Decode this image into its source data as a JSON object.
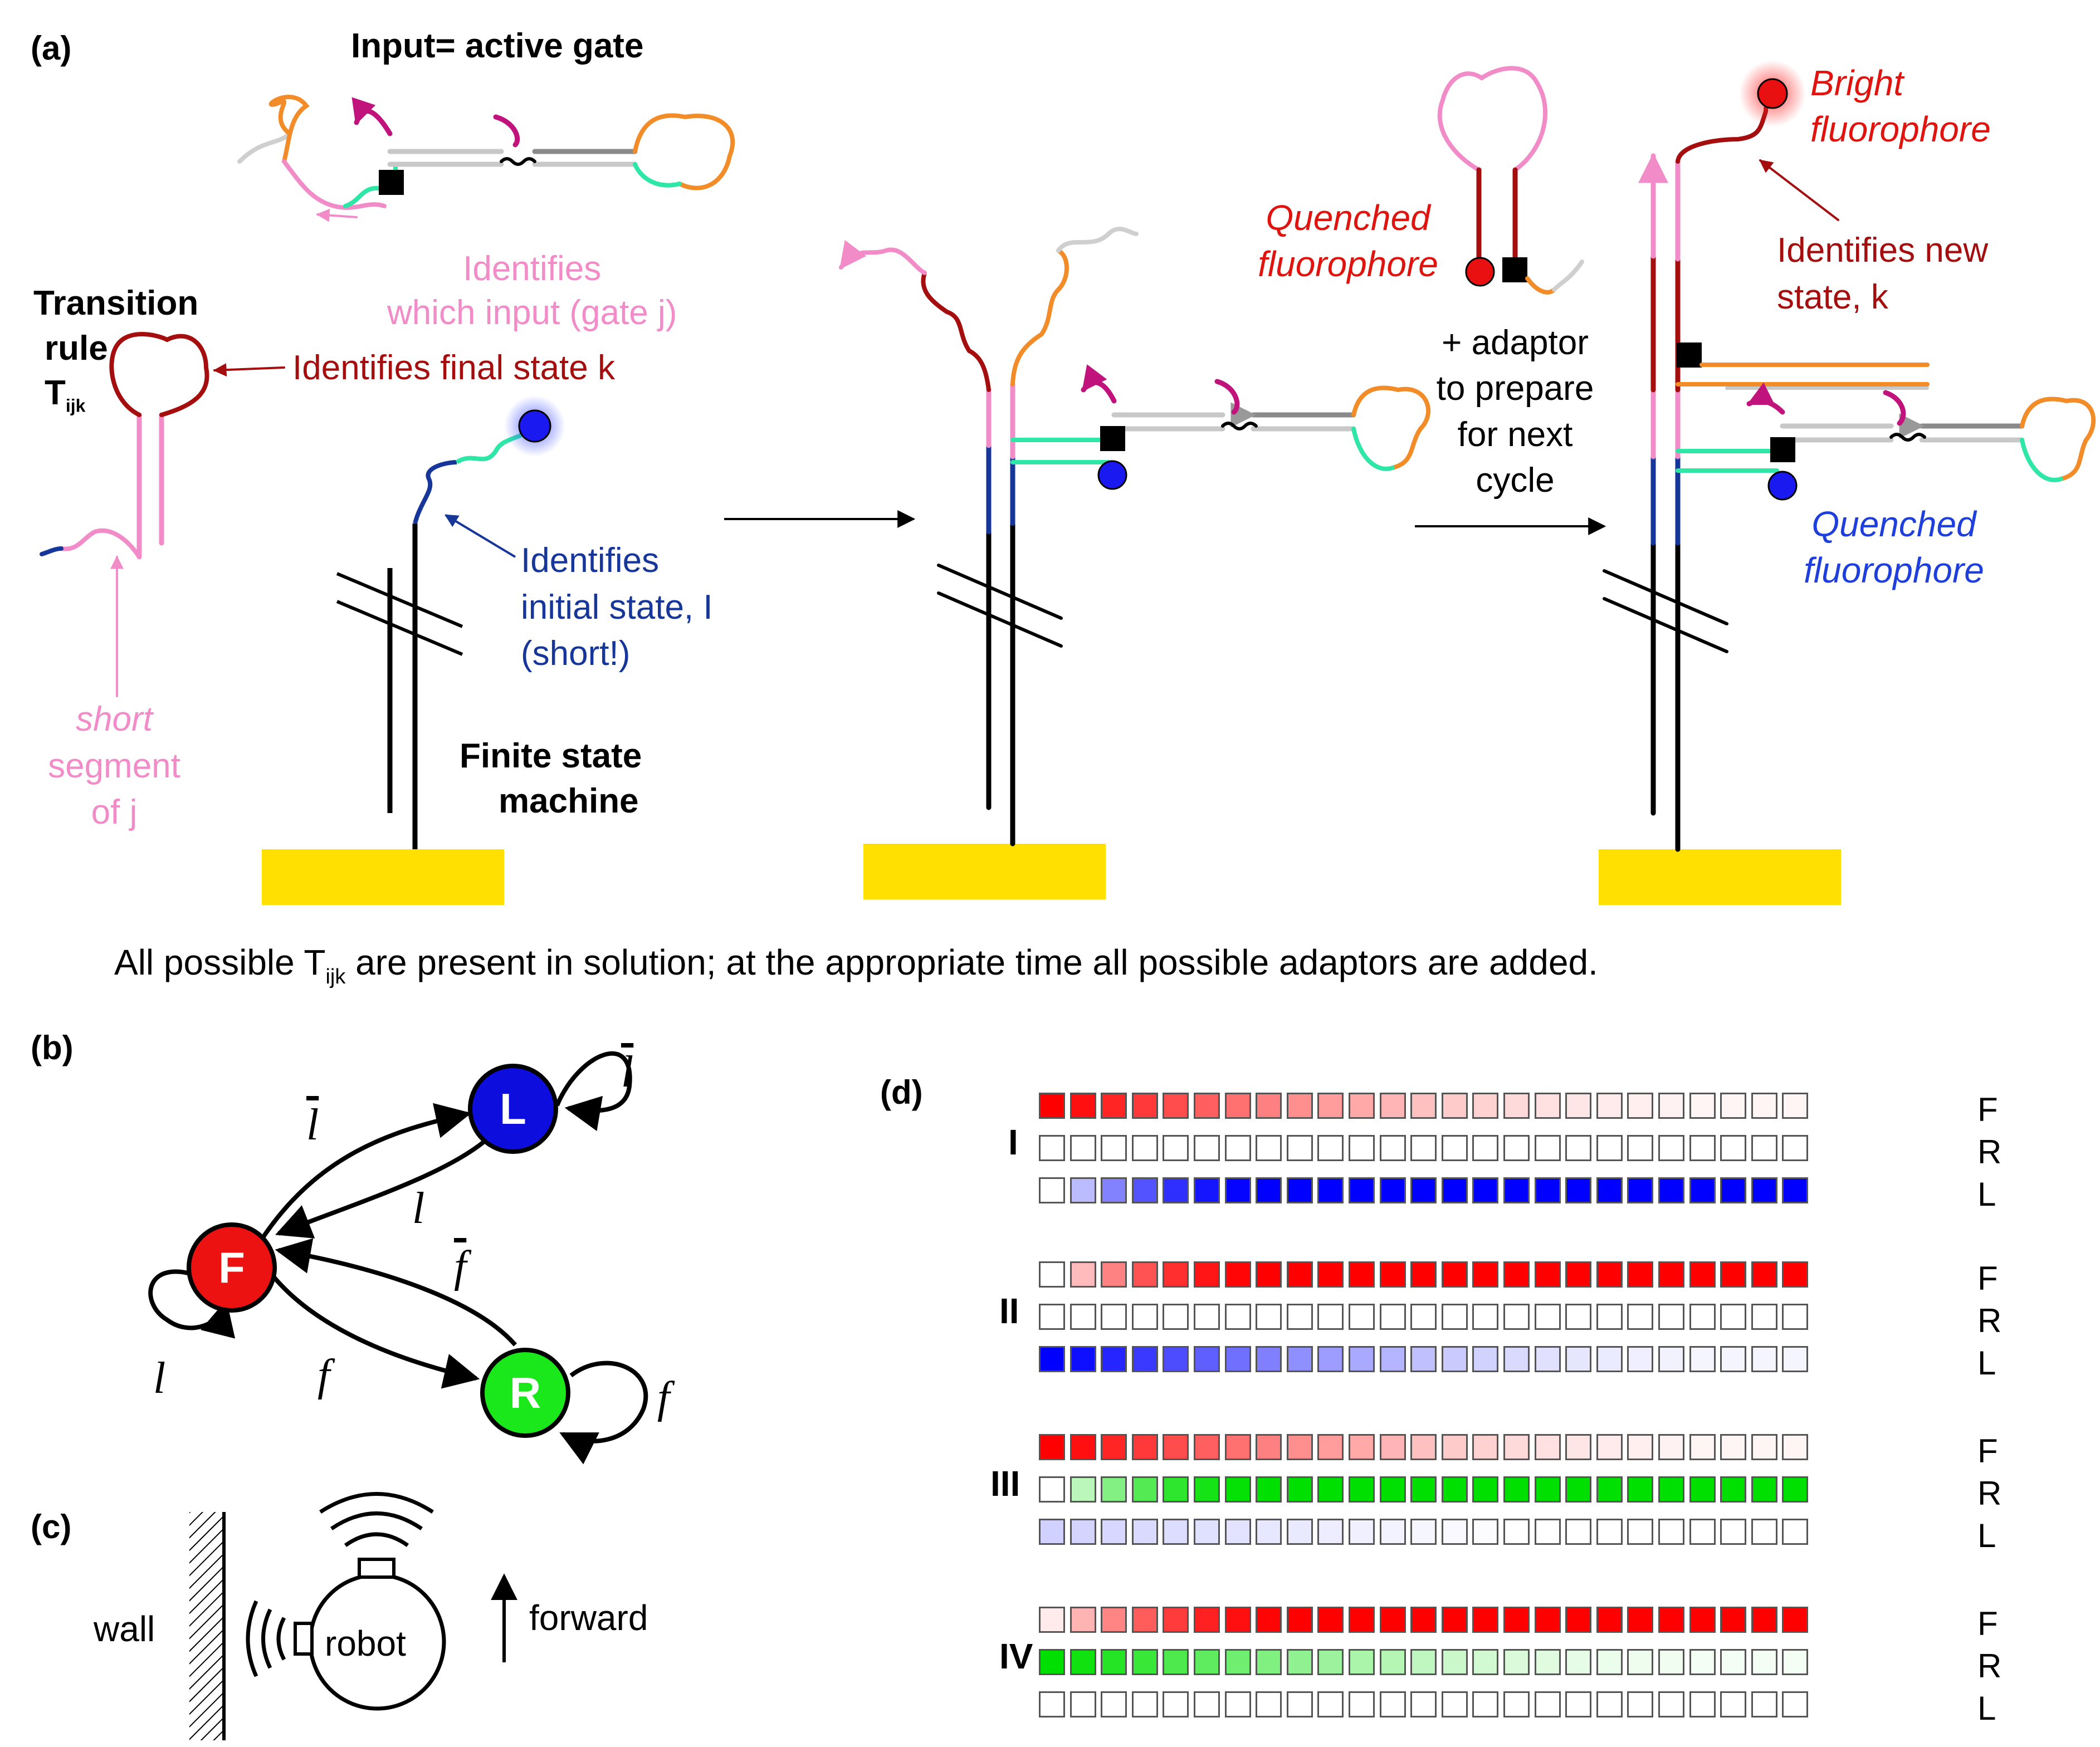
{
  "panel_a": {
    "label": "(a)",
    "input_title": "Input= active gate",
    "which_input_1": "Identifies",
    "which_input_2": "which input (gate j)",
    "transition_rule_1": "Transition",
    "transition_rule_2": "rule",
    "tijk_T": "T",
    "tijk_sub": "ijk",
    "final_state": "Identifies final state k",
    "initial_state_1": "Identifies",
    "initial_state_2": "initial state, I",
    "initial_state_3": "(short!)",
    "short_segment_1": "short",
    "short_segment_2": "segment",
    "short_segment_3": "of j",
    "fsm_1": "Finite state",
    "fsm_2": "machine",
    "quenched_red_1": "Quenched",
    "quenched_red_2": "fluorophore",
    "adaptor_1": "+ adaptor",
    "adaptor_2": "to prepare",
    "adaptor_3": "for next",
    "adaptor_4": "cycle",
    "bright_1": "Bright",
    "bright_2": "fluorophore",
    "new_state_1": "Identifies new",
    "new_state_2": "state, k",
    "quenched_blue_1": "Quenched",
    "quenched_blue_2": "fluorophore"
  },
  "caption": {
    "part1": "All possible T",
    "sub": "ijk",
    "part2": "  are present in solution; at the appropriate time all possible adaptors are added."
  },
  "panel_b": {
    "label": "(b)",
    "nodes": {
      "L": "L",
      "F": "F",
      "R": "R"
    },
    "node_colors": {
      "L": "#0d0dde",
      "F": "#ec1212",
      "R": "#1ae81a"
    },
    "edges": {
      "l": "l",
      "lbar": "l",
      "f": "f",
      "fbar": "f"
    }
  },
  "panel_c": {
    "label": "(c)",
    "wall": "wall",
    "robot": "robot",
    "forward": "forward"
  },
  "panel_d": {
    "label": "(d)",
    "row_labels": [
      "F",
      "R",
      "L"
    ],
    "colors": {
      "F": "#ff0000",
      "R": "#00e000",
      "L": "#0000ff"
    },
    "columns": 25,
    "blocks": [
      {
        "name": "I",
        "F": "decay_from_full",
        "R": "zero",
        "L": "rise_from_zero"
      },
      {
        "name": "II",
        "F": "rise_from_zero",
        "R": "zero",
        "L": "decay_from_full"
      },
      {
        "name": "III",
        "F": "decay_from_full",
        "R": "rise_from_zero",
        "L": "faint_decay"
      },
      {
        "name": "IV",
        "F": "rise_from_faint",
        "R": "decay_from_full",
        "L": "zero"
      }
    ]
  }
}
